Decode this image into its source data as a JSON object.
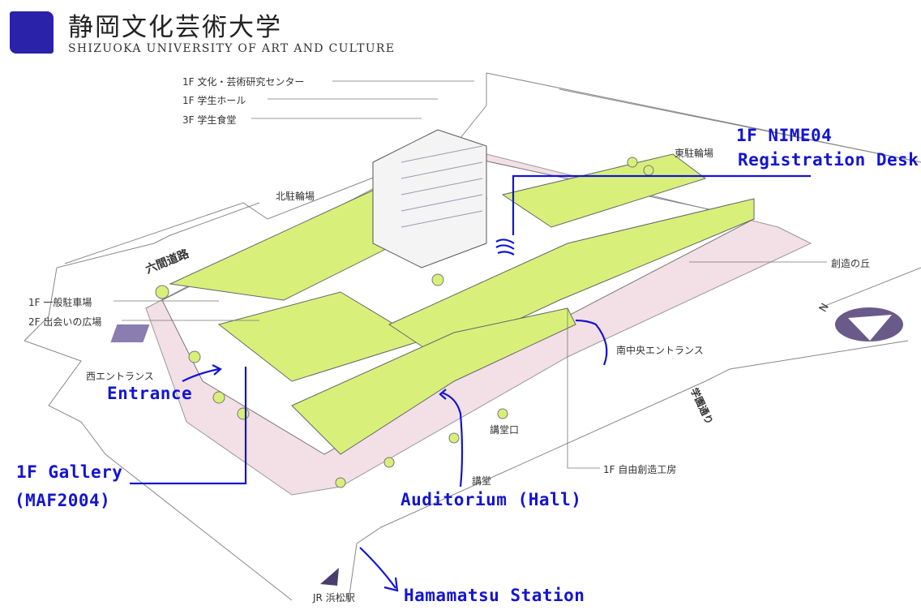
{
  "header": {
    "title_jp": "静岡文化芸術大学",
    "title_en": "SHIZUOKA UNIVERSITY OF ART AND CULTURE"
  },
  "map_labels": {
    "research_center": "1F 文化・芸術研究センター",
    "student_hall": "1F 学生ホール",
    "cafeteria": "3F 学生食堂",
    "north_bicycle": "北駐輪場",
    "east_bicycle": "東駐輪場",
    "road_rokken": "六間道路",
    "parking": "1F 一般駐車場",
    "plaza": "2F 出会いの広場",
    "west_entrance": "西エントランス",
    "creation_hill": "創造の丘",
    "south_entrance": "南中央エントランス",
    "gakuen_street": "学園通り",
    "auditorium_entrance": "講堂口",
    "auditorium": "講堂",
    "free_workshop": "1F 自由創造工房",
    "jr_station": "JR 浜松駅",
    "north": "N"
  },
  "annotations": {
    "registration_line1": "1F NIME04",
    "registration_line2": "Registration Desk",
    "entrance": "Entrance",
    "gallery_line1": "1F Gallery",
    "gallery_line2": "(MAF2004)",
    "auditorium_hall": "Auditorium (Hall)",
    "hamamatsu_station": "Hamamatsu Station"
  },
  "colors": {
    "annotation_blue": "#1414d2",
    "roof_green": "#d8f07a",
    "logo_blue": "#2a22a8"
  }
}
